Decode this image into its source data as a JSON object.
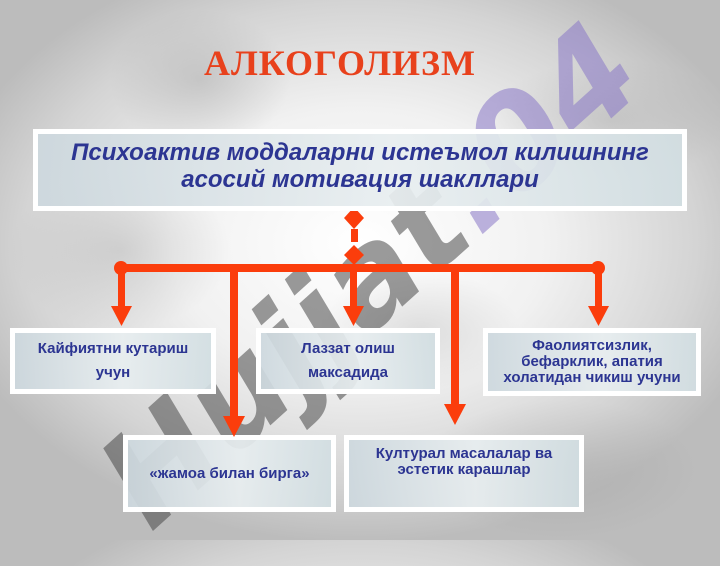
{
  "title": "АЛКОГОЛИЗМ",
  "watermark": {
    "main": "Hujjat",
    "tail": ".04"
  },
  "main_box": {
    "line1": "Психоактив моддаларни истеъмол килишнинг",
    "line2": "асосий мотивация шакллари"
  },
  "items": [
    {
      "line1": "Кайфиятни кутариш",
      "line2": "учун"
    },
    {
      "line1": "Лаззат олиш",
      "line2": "максадида"
    },
    {
      "line1": "Фаолиятсизлик,",
      "line2": "бефарклик, апатия",
      "line3": "холатидан чикиш учуни"
    },
    {
      "line1": "«жамоа билан бирга»"
    },
    {
      "line1": "Културал масалалар ва",
      "line2": "эстетик карашлар"
    }
  ],
  "colors": {
    "title": "#e8411c",
    "connector": "#fb3d0c",
    "box_text": "#2c3592",
    "box_border": "#ffffff"
  }
}
